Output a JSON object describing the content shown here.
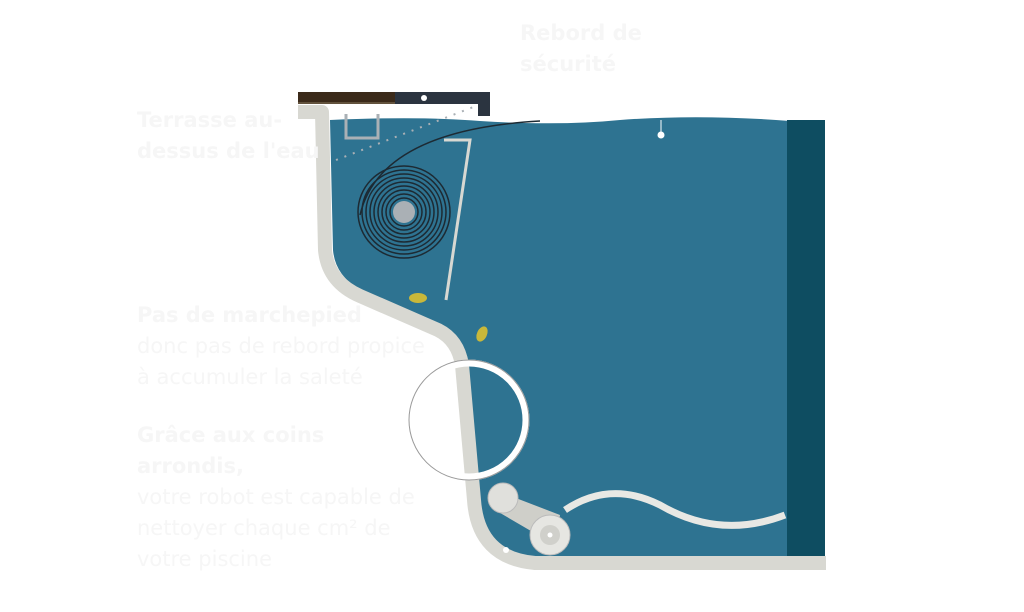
{
  "labels": {
    "terrace": "Terrasse au-dessus de l'eau",
    "safety_ledge": "Rebord de sécurité",
    "no_step_title": "Pas de marchepied",
    "no_step_body": "donc pas de rebord propice à accumuler la saleté",
    "rounded_title": "Grâce aux coins arrondis,",
    "rounded_body": "votre robot est capable de nettoyer chaque cm² de votre piscine"
  },
  "colors": {
    "water": "#2e7391",
    "wall_dark": "#0e4d61",
    "liner": "#d8d8d2",
    "deck_wood": "#3b2a1a",
    "deck_dark": "#2b3440",
    "leaf": "#c9b83a"
  }
}
